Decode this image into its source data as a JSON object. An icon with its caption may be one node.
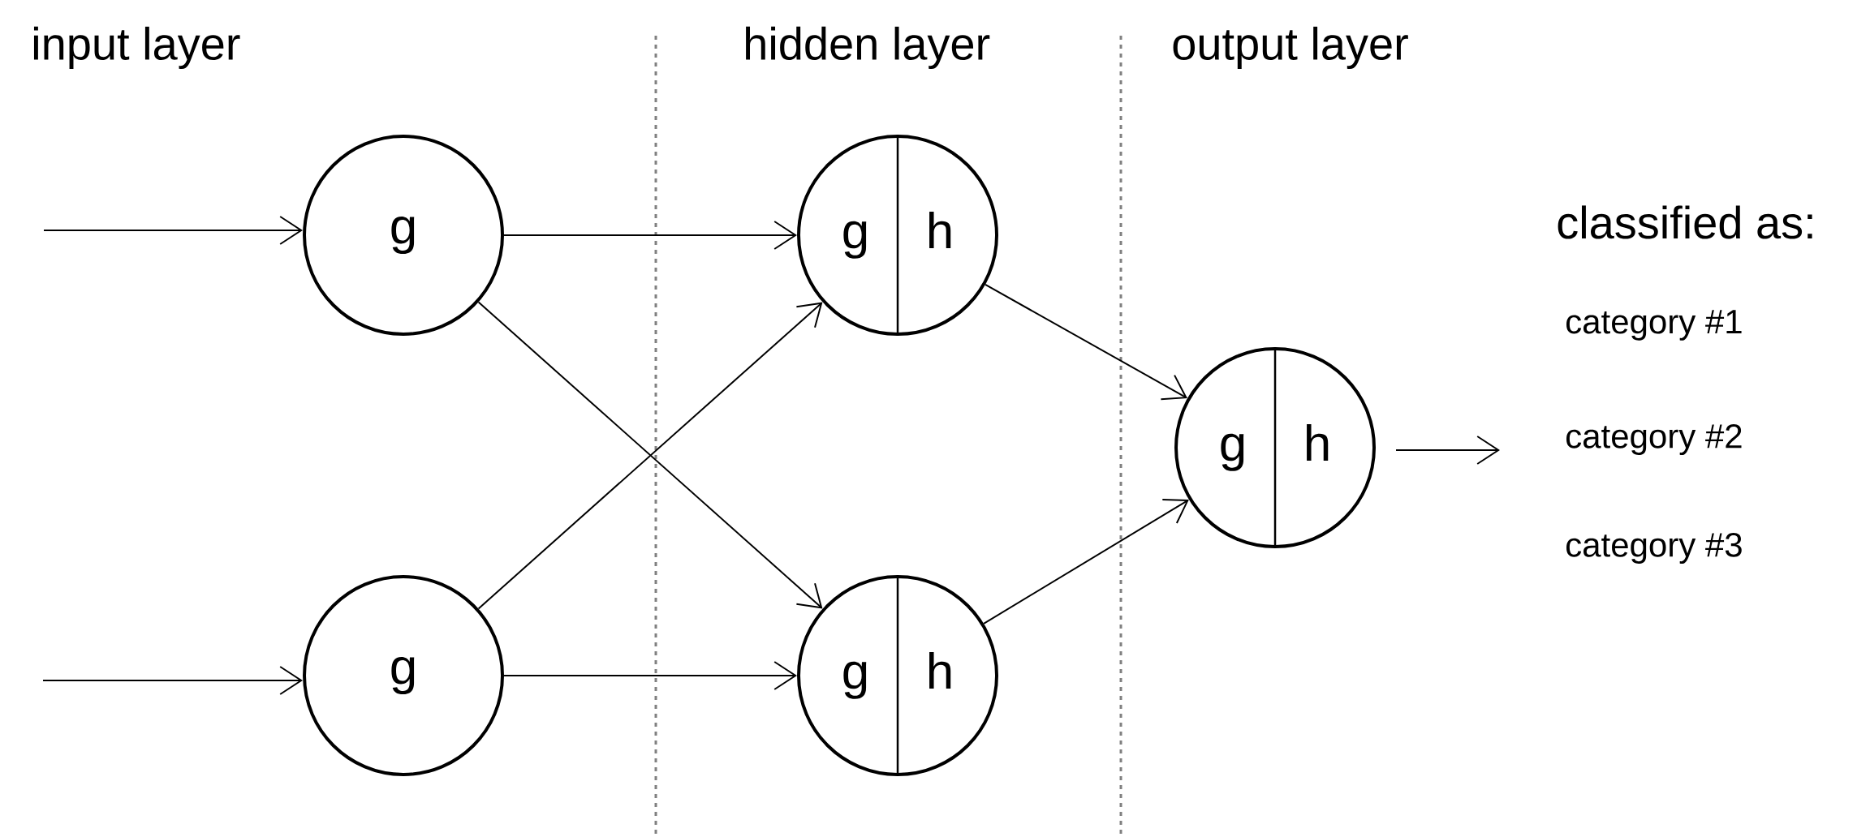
{
  "diagram": {
    "nodes": [
      {
        "text": [
          "g"
        ]
      },
      {
        "text": [
          "g"
        ]
      },
      {
        "text": [
          "g",
          "h"
        ]
      },
      {
        "text": [
          "g",
          "h"
        ]
      },
      {
        "text": [
          "g",
          "h"
        ]
      }
    ],
    "edges": [
      {
        "from": null,
        "to": 0,
        "arrow": "to"
      },
      {
        "from": null,
        "to": 1,
        "arrow": "to"
      },
      {
        "from": 0,
        "to": 2,
        "arrow": "to"
      },
      {
        "from": 0,
        "to": 3,
        "arrow": "to"
      },
      {
        "from": 1,
        "to": 2,
        "arrow": "to"
      },
      {
        "from": 1,
        "to": 3,
        "arrow": "to"
      },
      {
        "from": 2,
        "to": 4,
        "arrow": "to"
      },
      {
        "from": 3,
        "to": 4,
        "arrow": "to"
      },
      {
        "from": 4,
        "to": null,
        "arrow": "to"
      }
    ],
    "labels": [
      "input layer",
      "hidden layer",
      "output layer",
      "classified as:",
      "category #1",
      "category #2",
      "category #3"
    ]
  }
}
